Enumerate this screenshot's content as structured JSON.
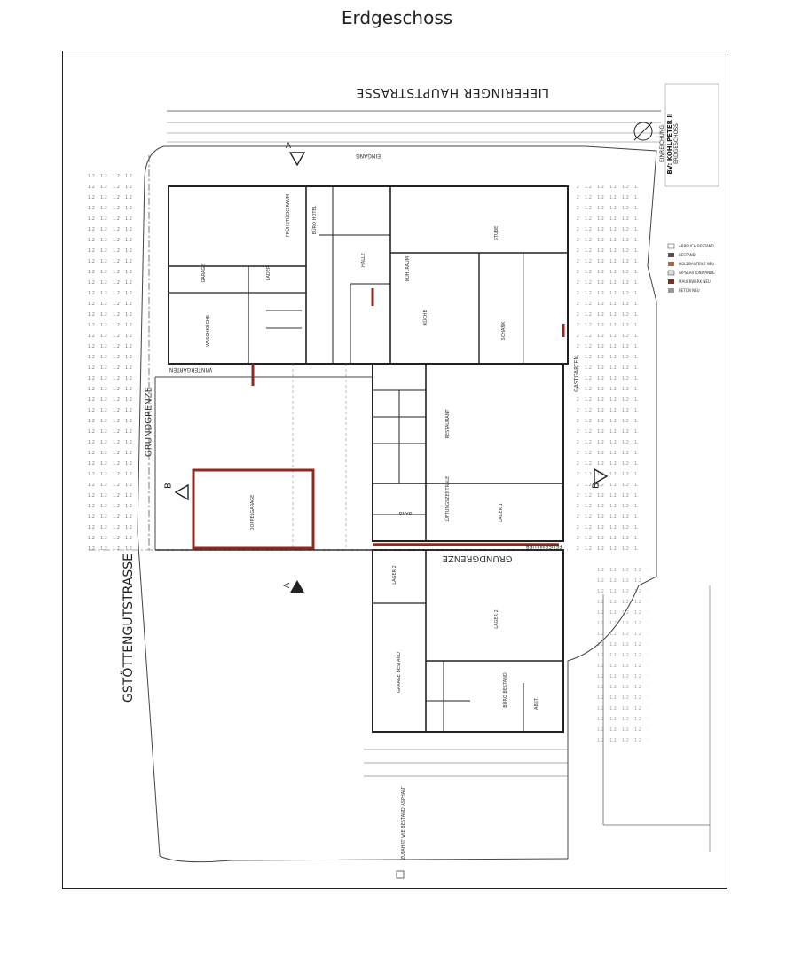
{
  "page": {
    "title": "Erdgeschoss"
  },
  "streets": {
    "top": "LIEFERINGER HAUPTSTRASSE",
    "left": "GSTÖTTENGUTSTRASSE"
  },
  "boundary": {
    "vertical": "GRUNDGRENZE",
    "horizontal": "GRUNDGRENZE",
    "firewall": "FEUERMAUER"
  },
  "entrance": "EINGANG",
  "outdoor": {
    "garden": "GASTGARTEN",
    "winter_garden": "WINTERGARTEN",
    "parking": "ZUFAHRT WIE BESTAND ASPHALT"
  },
  "sections": {
    "a_top": "A",
    "a_bottom": "A",
    "b_left": "B",
    "b_right": "B"
  },
  "rooms": {
    "stube": "STUBE",
    "halle": "HALLE",
    "kueche": "KÜCHE",
    "schank": "SCHANK",
    "restaurant": "RESTAURANT",
    "garage": "GARAGE",
    "waschkueche": "WASCHKÜCHE",
    "doppelgarage": "DOPPELGARAGE",
    "lager1": "LAGER 1",
    "lager2": "LAGER 2",
    "lager2b": "LAGER 2",
    "garage_bestand": "GARAGE BESTAND",
    "buero_bestand": "BÜRO BESTAND",
    "abst": "ABST.",
    "gang": "GANG",
    "lueftung": "LÜFTUNGSZENTRALE",
    "buero_hotel": "BÜRO HOTEL",
    "ladder": "LADER",
    "kuehlraum": "KÜHLRAUM",
    "fruehstueck": "FRÜHSTÜCKSRAUM"
  },
  "legend": {
    "items": [
      "ABBRUCH BESTAND",
      "BESTAND",
      "HOLZBAUTEILE NEU",
      "GIPSKARTONWÄNDE",
      "MAUERWERK NEU",
      "BETON NEU"
    ],
    "colors": [
      "#ffffff",
      "#555555",
      "#b06a3a",
      "#dddddd",
      "#8a2a1a",
      "#999999"
    ]
  },
  "title_block": {
    "line1": "EINREICHUNG",
    "line2": "BV: KOHLPETER II",
    "line3": "ERDGESCHOSS"
  },
  "colors": {
    "wall": "#222222",
    "new_wall": "#8b2a1e"
  }
}
